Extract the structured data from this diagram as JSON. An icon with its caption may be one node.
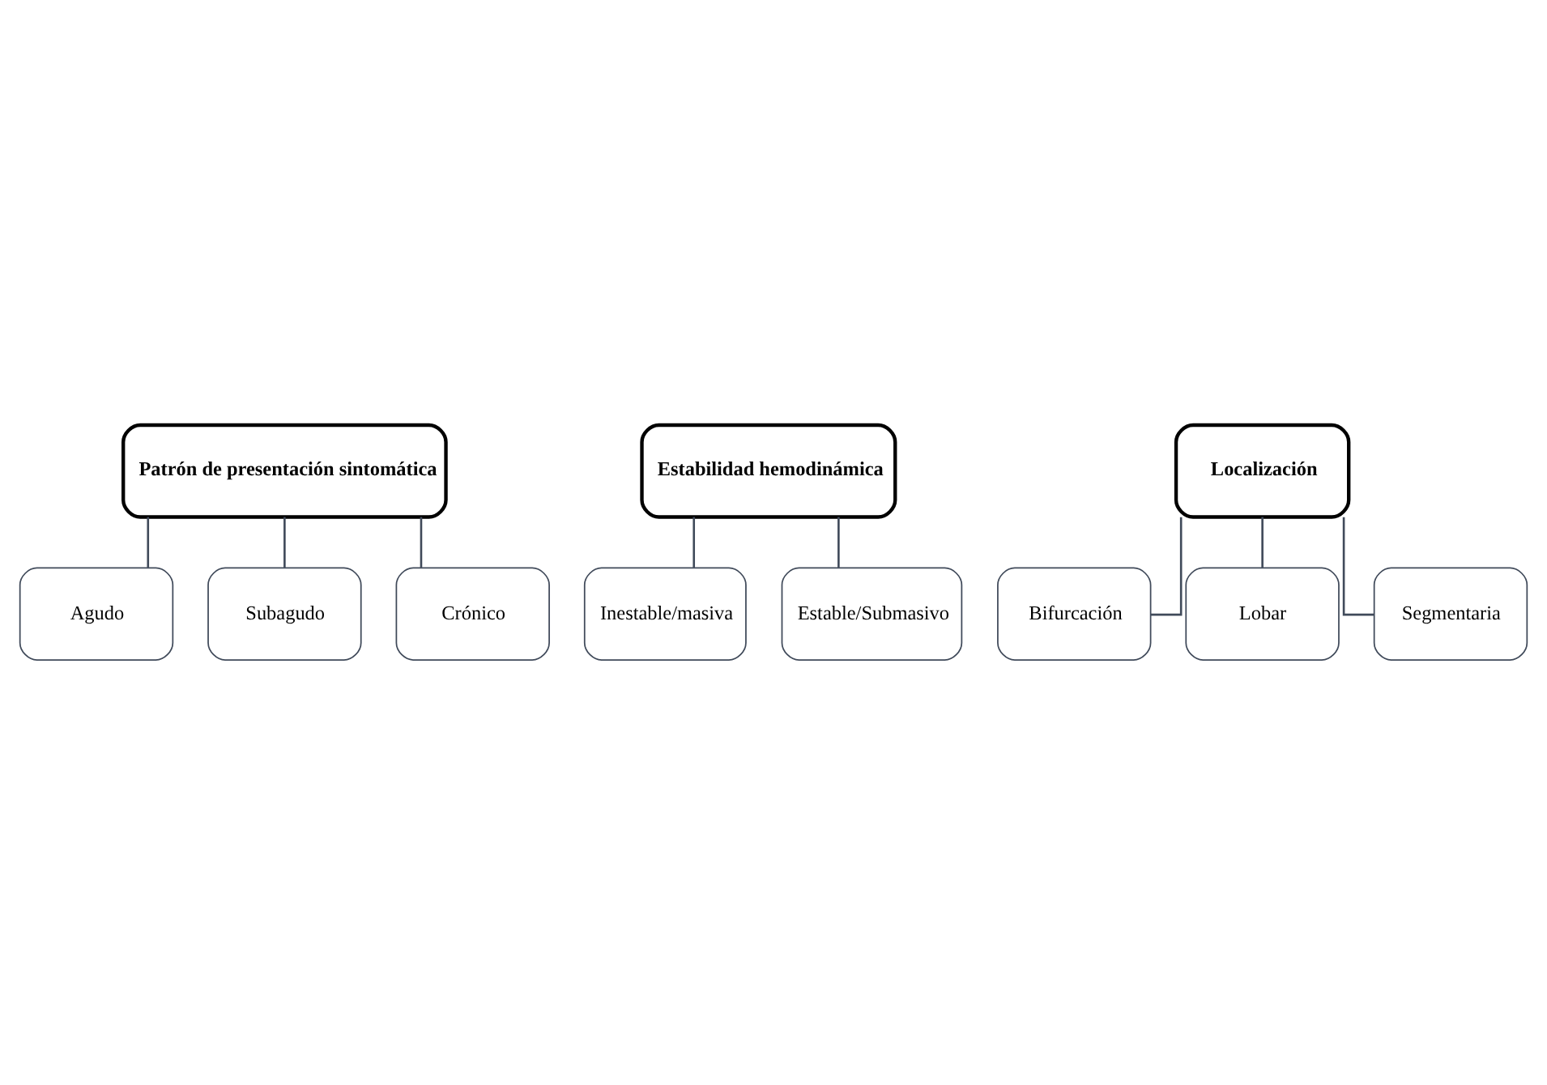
{
  "diagram": {
    "nodes": [
      {
        "text": [
          "Patrón de presentación sintomática"
        ]
      },
      {
        "text": [
          "Agudo"
        ]
      },
      {
        "text": [
          "Subagudo"
        ]
      },
      {
        "text": [
          "Crónico"
        ]
      },
      {
        "text": [
          "Estabilidad hemodinámica"
        ]
      },
      {
        "text": [
          "Inestable/masiva"
        ]
      },
      {
        "text": [
          "Estable/Submasivo"
        ]
      },
      {
        "text": [
          "Localización"
        ]
      },
      {
        "text": [
          "Bifurcación"
        ]
      },
      {
        "text": [
          "Lobar"
        ]
      },
      {
        "text": [
          "Segmentaria"
        ]
      }
    ],
    "edges": [
      {
        "from": 0,
        "to": 1,
        "arrow": "none"
      },
      {
        "from": 0,
        "to": 2,
        "arrow": "none"
      },
      {
        "from": 0,
        "to": 3,
        "arrow": "none"
      },
      {
        "from": 4,
        "to": 5,
        "arrow": "none"
      },
      {
        "from": 4,
        "to": 6,
        "arrow": "none"
      },
      {
        "from": 7,
        "to": 8,
        "arrow": "none"
      },
      {
        "from": 7,
        "to": 9,
        "arrow": "none"
      },
      {
        "from": 7,
        "to": 10,
        "arrow": "none"
      }
    ]
  }
}
